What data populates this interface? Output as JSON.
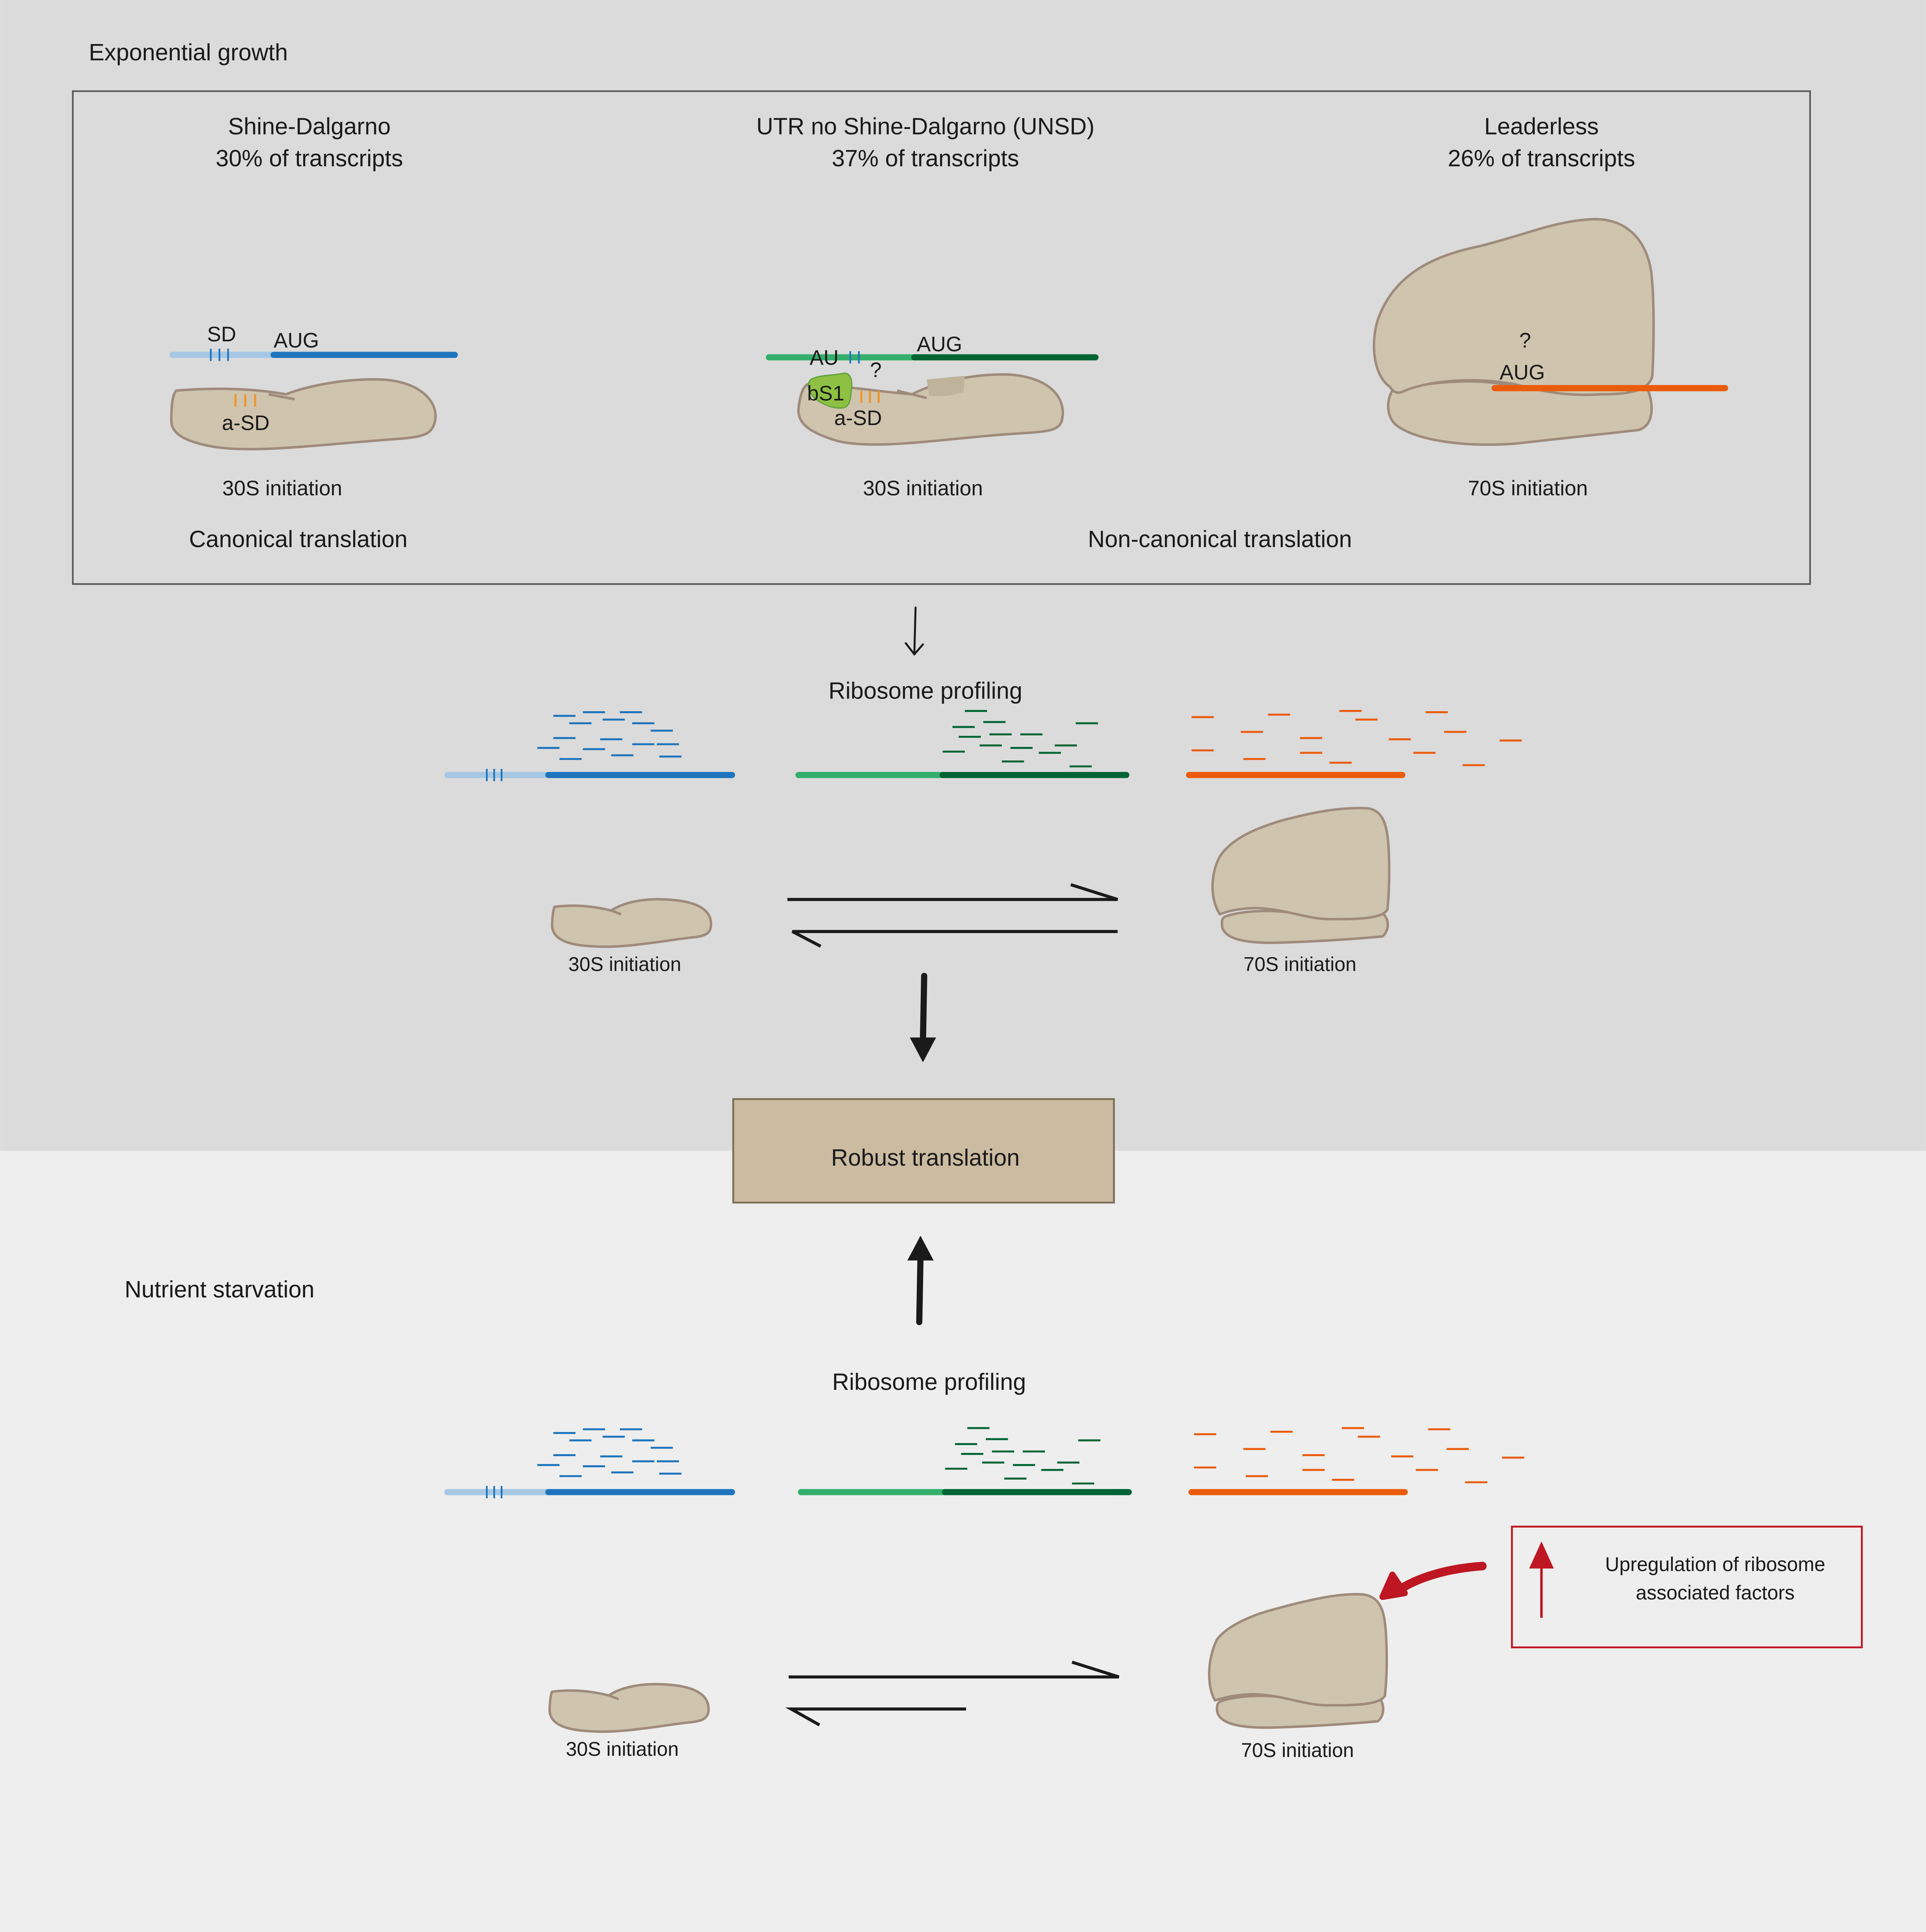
{
  "sections": {
    "exponential": {
      "title": "Exponential growth"
    },
    "starvation": {
      "title": "Nutrient starvation"
    }
  },
  "panels": [
    {
      "id": "sd",
      "title": "Shine-Dalgarno",
      "subtitle": "30% of transcripts",
      "mode": "30S initiation",
      "labels": {
        "sd": "SD",
        "aug": "AUG",
        "asd": "a-SD"
      }
    },
    {
      "id": "unsd",
      "title": "UTR no Shine-Dalgarno (UNSD)",
      "subtitle": "37% of transcripts",
      "mode": "30S initiation",
      "labels": {
        "au": "AU",
        "aug": "AUG",
        "question": "?",
        "bs1": "bS1",
        "asd": "a-SD"
      }
    },
    {
      "id": "leaderless",
      "title": "Leaderless",
      "subtitle": "26% of transcripts",
      "mode": "70S initiation",
      "labels": {
        "question": "?",
        "aug": "AUG"
      }
    }
  ],
  "categories": {
    "canonical": "Canonical translation",
    "noncanonical": "Non-canonical translation"
  },
  "profiling_label": "Ribosome profiling",
  "equilibrium": {
    "left": "30S initiation",
    "right": "70S initiation"
  },
  "outcome": "Robust translation",
  "callout": {
    "line1": "Upregulation of ribosome",
    "line2": "associated factors"
  },
  "colors": {
    "sd_utr": "#a6c8e5",
    "sd_cds": "#1f75bd",
    "sd_tick": "#1f75bd",
    "unsd_utr": "#33ae6b",
    "unsd_cds": "#006434",
    "leaderless": "#ea5b0c",
    "asd_tick": "#f39325",
    "bs1": "#8dc043",
    "ribosome": "#cfc4ae",
    "ribosome_outline": "#9e8b7c",
    "outcome_box": "#cbbba0",
    "callout_red": "#be1622",
    "bg_top": "#dbdbdb",
    "bg_bottom": "#eeeeee"
  }
}
